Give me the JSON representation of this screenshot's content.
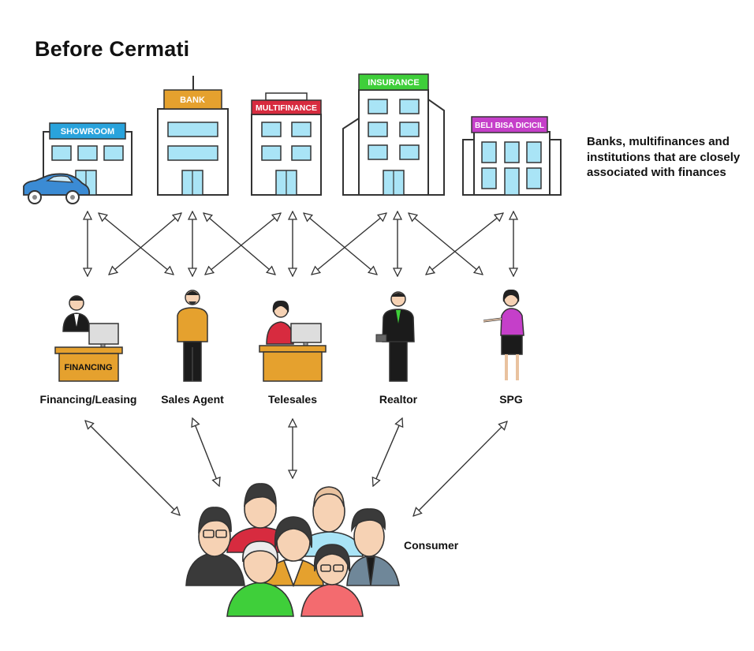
{
  "title": "Before Cermati",
  "note": "Banks, multifinances and institutions that are closely associated with finances",
  "institutions": [
    {
      "sign": "SHOWROOM",
      "color": "#29a3dc"
    },
    {
      "sign": "BANK",
      "color": "#e5a12e"
    },
    {
      "sign": "MULTIFINANCE",
      "color": "#d72b3f"
    },
    {
      "sign": "INSURANCE",
      "color": "#3fcf3a"
    },
    {
      "sign": "BELI BISA DICICIL",
      "color": "#c53fc9"
    }
  ],
  "agents": [
    {
      "label": "Financing/Leasing",
      "desk_sign": "FINANCING"
    },
    {
      "label": "Sales Agent"
    },
    {
      "label": "Telesales"
    },
    {
      "label": "Realtor"
    },
    {
      "label": "SPG"
    }
  ],
  "consumer_label": "Consumer"
}
